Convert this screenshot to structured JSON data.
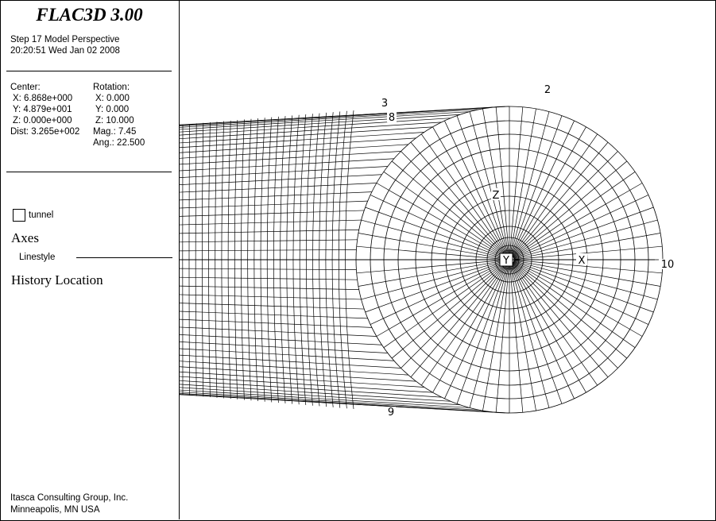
{
  "header": {
    "title": "FLAC3D 3.00",
    "step_line": "Step 17  Model Perspective",
    "timestamp": "20:20:51 Wed Jan 02 2008"
  },
  "view_params": {
    "center_label": "Center:",
    "center_x": "X: 6.868e+000",
    "center_y": "Y: 4.879e+001",
    "center_z": "Z: 0.000e+000",
    "dist": "Dist: 3.265e+002",
    "rotation_label": "Rotation:",
    "rot_x": "X:  0.000",
    "rot_y": "Y:  0.000",
    "rot_z": "Z:  10.000",
    "mag": "Mag.:    7.45",
    "ang": "Ang.: 22.500"
  },
  "legend": {
    "group_label": "tunnel",
    "axes_title": "Axes",
    "linestyle_label": "Linestyle",
    "history_title": "History Location"
  },
  "footer": {
    "company": "Itasca Consulting Group, Inc.",
    "location": "Minneapolis, MN  USA"
  },
  "plot": {
    "history_labels": [
      "2",
      "3",
      "8",
      "9",
      "10"
    ],
    "axis_labels": {
      "x": "X",
      "y": "Y",
      "z": "Z"
    },
    "line_color": "#000000",
    "background": "#ffffff"
  }
}
